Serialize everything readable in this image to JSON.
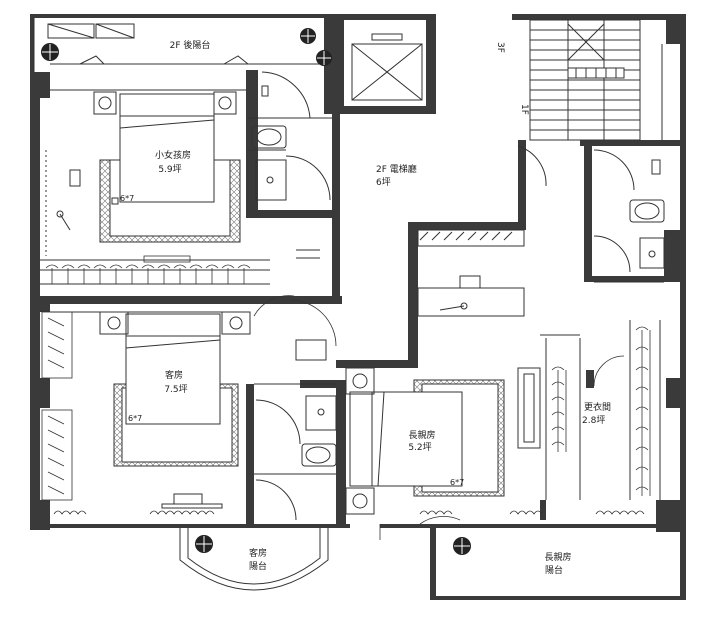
{
  "rooms": {
    "rear_balcony": "2F 後陽台",
    "girls_room": {
      "name": "小女孩房",
      "area": "5.9坪"
    },
    "elevator_hall": {
      "name": "2F 電梯廳",
      "area": "6坪"
    },
    "guest_room": {
      "name": "客房",
      "area": "7.5坪"
    },
    "elder_room": {
      "name": "長親房",
      "area": "5.2坪"
    },
    "dressing_room": {
      "name": "更衣間",
      "area": "2.8坪"
    },
    "guest_balcony": {
      "name": "客房",
      "sub": "陽台"
    },
    "elder_balcony": {
      "name": "長親房",
      "sub": "陽台"
    }
  },
  "stairs": {
    "up": "3F",
    "down": "1F"
  },
  "bed_tags": [
    "6*7",
    "6*7",
    "6*7"
  ]
}
